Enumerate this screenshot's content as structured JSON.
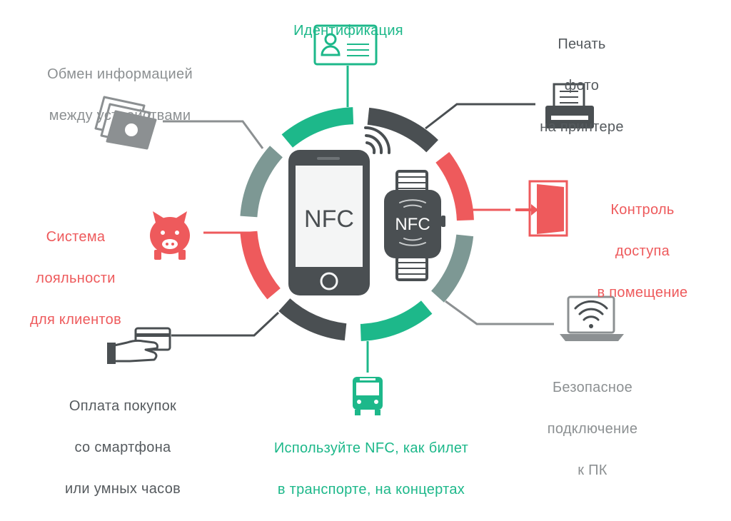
{
  "colors": {
    "green": "#1db88a",
    "red": "#ee5a5c",
    "dark": "#4a4f52",
    "grey": "#8c9092",
    "slate": "#7d9894",
    "phone_screen": "#f4f5f5"
  },
  "center": {
    "phone_label": "NFC",
    "watch_label": "NFC"
  },
  "features": [
    {
      "id": "identification",
      "icon": "id-card-icon",
      "color": "green",
      "lines": [
        "Идентификация"
      ]
    },
    {
      "id": "photo-print",
      "icon": "printer-icon",
      "color": "dark",
      "lines": [
        "Печать",
        "фото",
        "на принтере"
      ]
    },
    {
      "id": "access-control",
      "icon": "door-enter-icon",
      "color": "red",
      "lines": [
        "Контроль",
        "доступа",
        "в помещение"
      ]
    },
    {
      "id": "pc-connection",
      "icon": "laptop-wifi-icon",
      "color": "grey",
      "lines": [
        "Безопасное",
        "подключение",
        "к ПК"
      ]
    },
    {
      "id": "transport-ticket",
      "icon": "bus-icon",
      "color": "green",
      "lines": [
        "Используйте NFC, как билет",
        "в транспорте, на концертах"
      ]
    },
    {
      "id": "payment",
      "icon": "hand-card-icon",
      "color": "dark",
      "lines": [
        "Оплата покупок",
        "со смартфона",
        "или умных часов"
      ]
    },
    {
      "id": "loyalty",
      "icon": "piggy-bank-icon",
      "color": "red",
      "lines": [
        "Система",
        "лояльности",
        "для клиентов"
      ]
    },
    {
      "id": "data-exchange",
      "icon": "money-transfer-icon",
      "color": "grey",
      "lines": [
        "Обмен информацией",
        "между устройствами"
      ]
    }
  ]
}
